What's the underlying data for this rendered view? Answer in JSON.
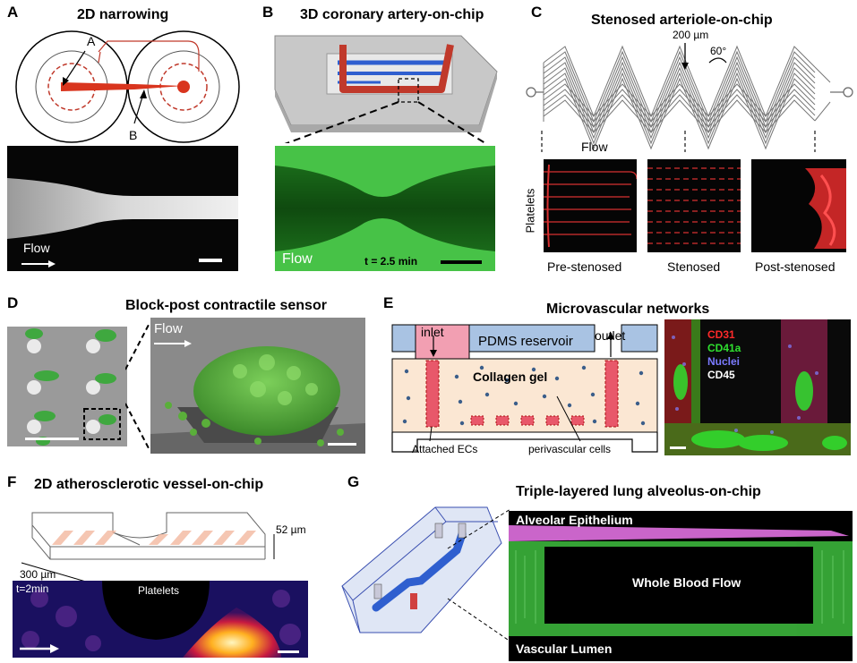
{
  "panels": {
    "a": {
      "letter": "A",
      "title": "2D narrowing",
      "label_a": "A",
      "label_b": "B",
      "flow": "Flow"
    },
    "b": {
      "letter": "B",
      "title": "3D coronary artery-on-chip",
      "flow": "Flow",
      "time": "t = 2.5 min"
    },
    "c": {
      "letter": "C",
      "title": "Stenosed arteriole-on-chip",
      "width_label": "200 µm",
      "angle_label": "60°",
      "flow": "Flow",
      "y_label": "Platelets",
      "captions": [
        "Pre-stenosed",
        "Stenosed",
        "Post-stenosed"
      ]
    },
    "d": {
      "letter": "D",
      "title": "Block-post contractile sensor",
      "flow": "Flow"
    },
    "e": {
      "letter": "E",
      "title": "Microvascular networks",
      "inlet": "inlet",
      "outlet": "outlet",
      "reservoir": "PDMS reservoir",
      "gel": "Collagen gel",
      "attached": "Attached ECs",
      "perivascular": "perivascular cells",
      "markers": [
        {
          "name": "CD31",
          "color": "#ff2a2a"
        },
        {
          "name": "CD41a",
          "color": "#2fe02f"
        },
        {
          "name": "Nuclei",
          "color": "#6a6aff"
        },
        {
          "name": "CD45",
          "color": "#ffffff"
        }
      ]
    },
    "f": {
      "letter": "F",
      "title": "2D atherosclerotic vessel-on-chip",
      "height_label": "52 µm",
      "length_label": "300 µm",
      "time": "t=2min",
      "platelets": "Platelets"
    },
    "g": {
      "letter": "G",
      "title": "Triple-layered lung alveolus-on-chip",
      "top": "Alveolar Epithelium",
      "middle": "Whole Blood Flow",
      "bottom": "Vascular Lumen"
    }
  },
  "colors": {
    "fluorescent_green": "#3fbf3f",
    "chip_red": "#c0392b",
    "chip_blue": "#2f5fcf",
    "pdms_blue": "#a9c3e3",
    "gel_beige": "#fbe7d3",
    "epithelium_magenta": "#e070e0"
  }
}
